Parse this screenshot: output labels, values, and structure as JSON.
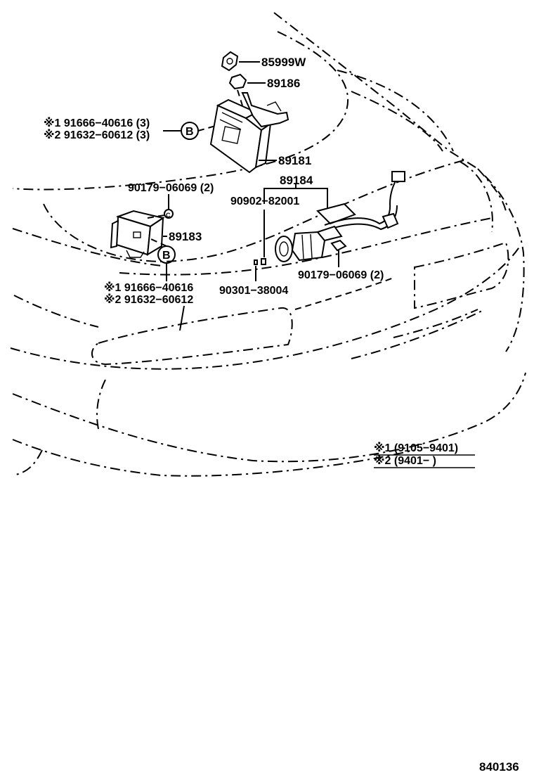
{
  "parts": {
    "p85999w": "85999W",
    "p89186": "89186",
    "p89181": "89181",
    "p89184": "89184",
    "p89183": "89183",
    "p90179_a": "90179−06069 (2)",
    "p90179_b": "90179−06069 (2)",
    "p90902": "90902−82001",
    "p90301": "90301−38004"
  },
  "callout_upper": {
    "line1": "※1  91666−40616 (3)",
    "line2": "※2  91632−60612 (3)",
    "badge": "B"
  },
  "callout_lower": {
    "line1": "※1  91666−40616",
    "line2": "※2  91632−60612",
    "badge": "B"
  },
  "small_badge": "C",
  "legend": {
    "line1": "※1 (9105−9401)",
    "line2": "※2 (9401−        )"
  },
  "diagram_number": "840136"
}
